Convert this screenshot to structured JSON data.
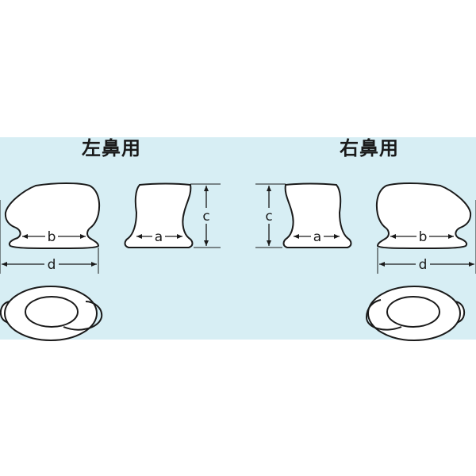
{
  "titles": {
    "left": "左鼻用",
    "right": "右鼻用"
  },
  "dimension_labels": {
    "a": "a",
    "b": "b",
    "c": "c",
    "d": "d"
  },
  "colors": {
    "background": "#d7eef4",
    "outline": "#1a1a1a",
    "fill": "#ffffff"
  }
}
